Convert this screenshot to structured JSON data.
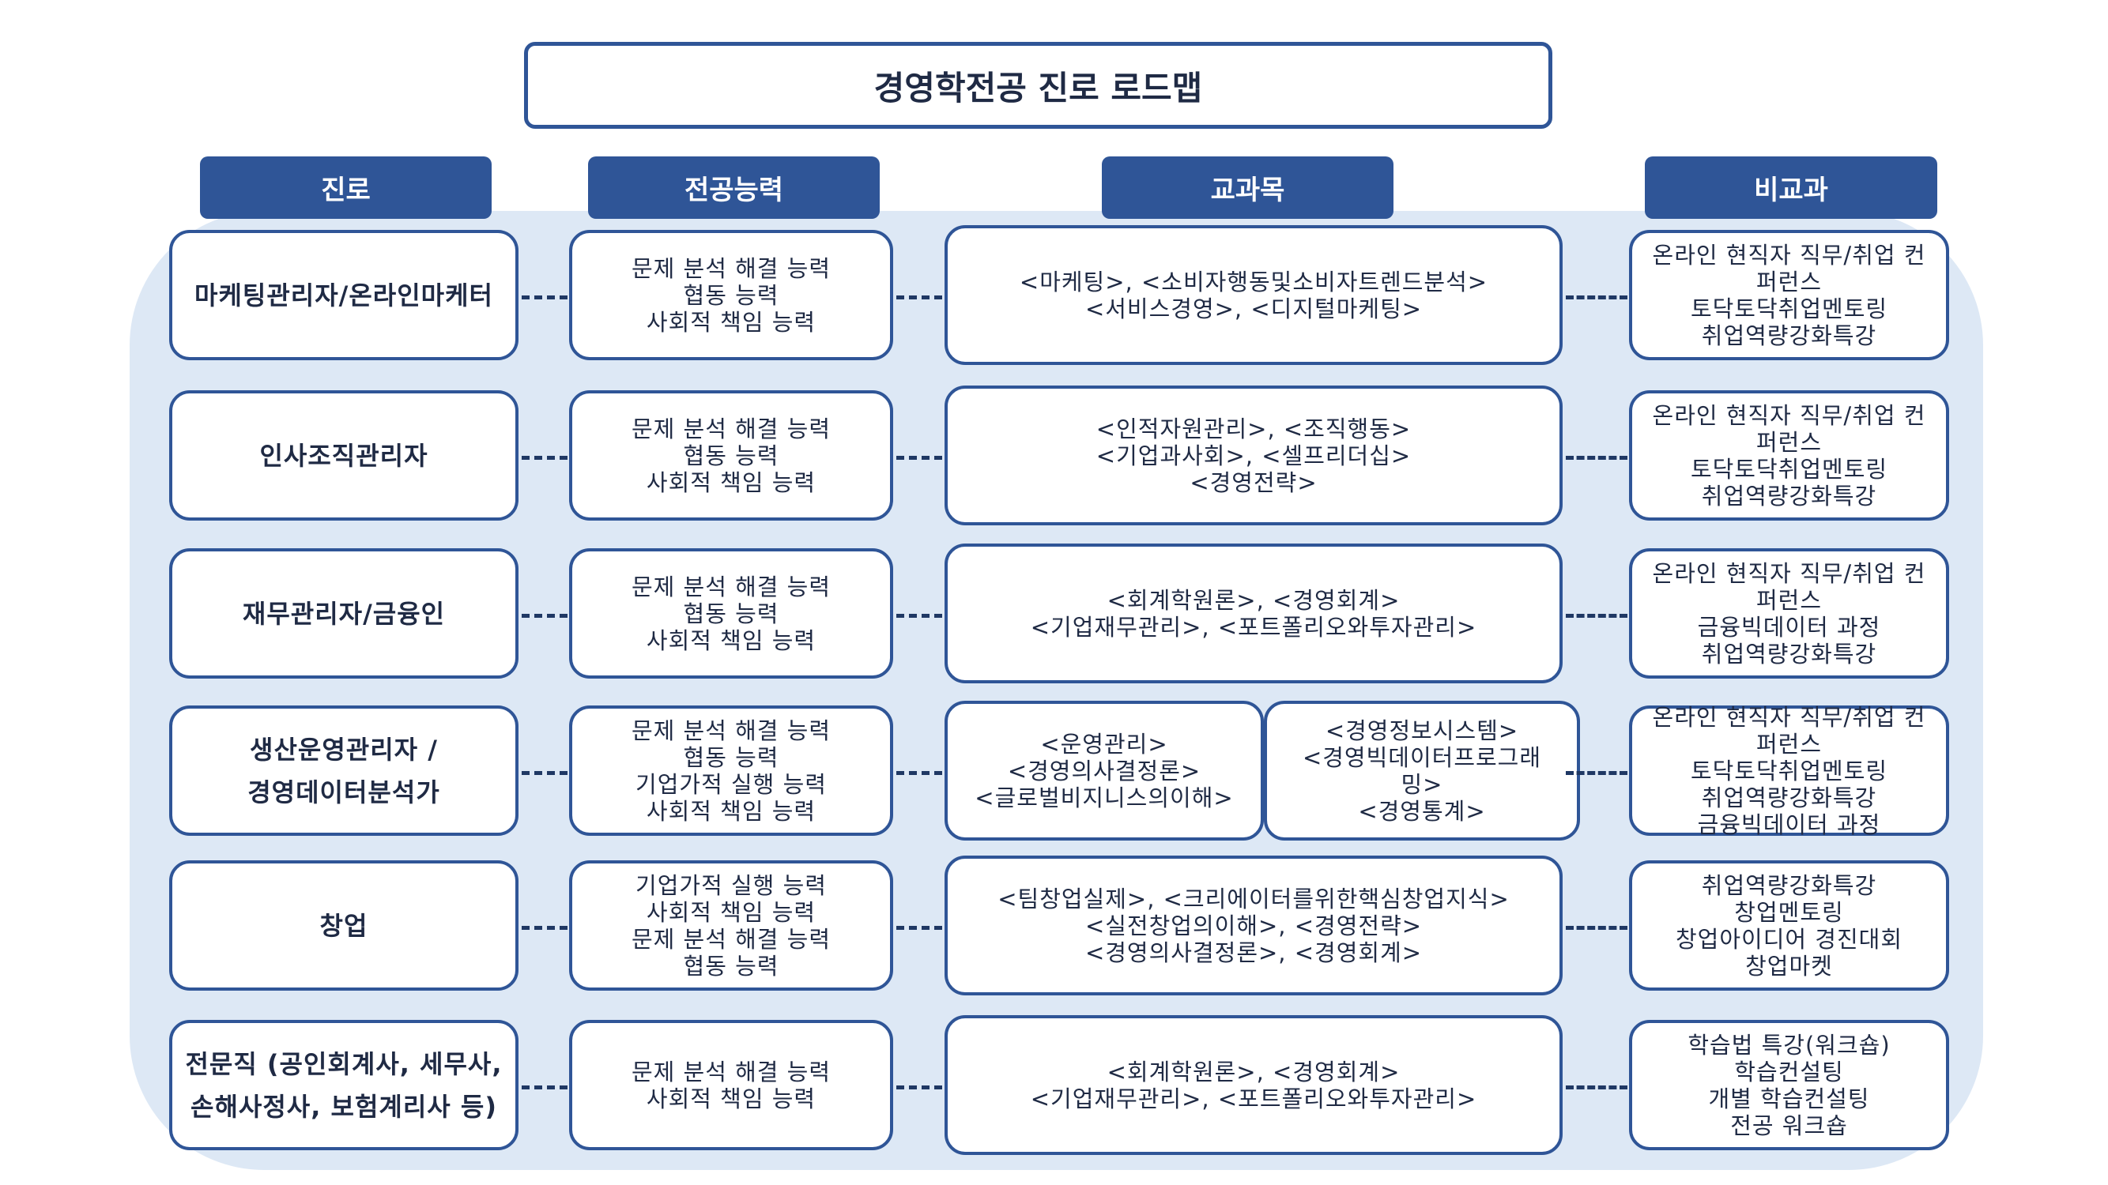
{
  "title": "경영학전공 진로 로드맵",
  "headers": [
    "진로",
    "전공능력",
    "교과목",
    "비교과"
  ],
  "colors": {
    "accent": "#2f5597",
    "background": "#dde8f5",
    "text": "#1f2a44"
  },
  "rows": [
    {
      "career": [
        "마케팅관리자/온라인마케터"
      ],
      "competencies": [
        "문제 분석 해결 능력",
        "협동 능력",
        "사회적 책임 능력"
      ],
      "courses": [
        [
          "<마케팅>, <소비자행동및소비자트렌드분석>",
          "<서비스경영>, <디지털마케팅>"
        ]
      ],
      "extracurricular": [
        "온라인 현직자 직무/취업 컨",
        "퍼런스",
        "토닥토닥취업멘토링",
        "취업역량강화특강"
      ]
    },
    {
      "career": [
        "인사조직관리자"
      ],
      "competencies": [
        "문제 분석 해결 능력",
        "협동 능력",
        "사회적 책임 능력"
      ],
      "courses": [
        [
          "<인적자원관리>, <조직행동>",
          "<기업과사회>, <셀프리더십>",
          "<경영전략>"
        ]
      ],
      "extracurricular": [
        "온라인 현직자 직무/취업 컨",
        "퍼런스",
        "토닥토닥취업멘토링",
        "취업역량강화특강"
      ]
    },
    {
      "career": [
        "재무관리자/금융인"
      ],
      "competencies": [
        "문제 분석 해결 능력",
        "협동 능력",
        "사회적 책임 능력"
      ],
      "courses": [
        [
          "<회계학원론>, <경영회계>",
          "<기업재무관리>, <포트폴리오와투자관리>"
        ]
      ],
      "extracurricular": [
        "온라인 현직자 직무/취업 컨",
        "퍼런스",
        "금융빅데이터 과정",
        "취업역량강화특강"
      ]
    },
    {
      "career": [
        "생산운영관리자 /",
        "경영데이터분석가"
      ],
      "competencies": [
        "문제 분석 해결 능력",
        "협동 능력",
        "기업가적 실행 능력",
        "사회적 책임 능력"
      ],
      "courses": [
        [
          "<운영관리>",
          "<경영의사결정론>",
          "<글로벌비지니스의이해>"
        ],
        [
          "<경영정보시스템>",
          "<경영빅데이터프로그래",
          "밍>",
          "<경영통계>"
        ]
      ],
      "extracurricular": [
        "온라인 현직자 직무/취업 컨",
        "퍼런스",
        "토닥토닥취업멘토링",
        "취업역량강화특강",
        "금융빅데이터 과정"
      ]
    },
    {
      "career": [
        "창업"
      ],
      "competencies": [
        "기업가적 실행 능력",
        "사회적 책임 능력",
        "문제 분석 해결 능력",
        "협동 능력"
      ],
      "courses": [
        [
          "<팀창업실제>, <크리에이터를위한핵심창업지식>",
          "<실전창업의이해>,  <경영전략>",
          "<경영의사결정론>, <경영회계>"
        ]
      ],
      "extracurricular": [
        "취업역량강화특강",
        "창업멘토링",
        "창업아이디어 경진대회",
        "창업마켓"
      ]
    },
    {
      "career": [
        "전문직 (공인회계사, 세무사,",
        "손해사정사, 보험계리사 등)"
      ],
      "competencies": [
        "문제 분석 해결 능력",
        "사회적 책임 능력"
      ],
      "courses": [
        [
          "<회계학원론>, <경영회계>",
          "<기업재무관리>, <포트폴리오와투자관리>"
        ]
      ],
      "extracurricular": [
        "학습법 특강(워크숍)",
        "학습컨설팅",
        "개별 학습컨설팅",
        "전공 워크숍"
      ]
    }
  ]
}
